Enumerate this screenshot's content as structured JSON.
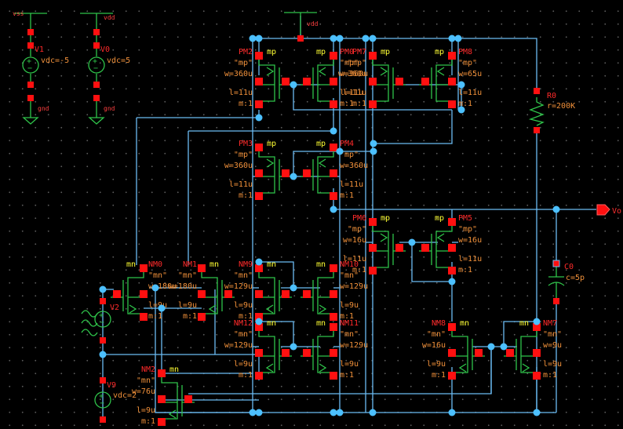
{
  "app": "Schematic Editor",
  "nets": {
    "vss": "vss",
    "vdd_left": "vdd",
    "vdd_top": "vdd",
    "gnd1": "gnd",
    "gnd2": "gnd",
    "output_pin": "Vo"
  },
  "sources": [
    {
      "name": "V1",
      "params": "vdc=-5"
    },
    {
      "name": "V0",
      "params": "vdc=5"
    },
    {
      "name": "V2",
      "params": ""
    },
    {
      "name": "V9",
      "params": "vdc=2"
    }
  ],
  "passives": [
    {
      "name": "R0",
      "value": "r=200K"
    },
    {
      "name": "C0",
      "value": "c=5p"
    }
  ],
  "transistors": [
    {
      "name": "PM2",
      "model": "mp",
      "mquote": "\"mp\"",
      "w": "w=360u",
      "l": "l=11u",
      "m": "m:1"
    },
    {
      "name": "PM0",
      "model": "mp",
      "mquote": "\"mp\"",
      "w": "w=360u",
      "l": "l=11u",
      "m": "m:1"
    },
    {
      "name": "PM7",
      "model": "mp",
      "mquote": "\"mp\"",
      "w": "w=360u",
      "l": "l=11u",
      "m": "m:1"
    },
    {
      "name": "PM8",
      "model": "mp",
      "mquote": "\"mp\"",
      "w": "w=65u",
      "l": "l=11u",
      "m": "m:1"
    },
    {
      "name": "PM3",
      "model": "mp",
      "mquote": "\"mp\"",
      "w": "w=360u",
      "l": "l=11u",
      "m": "m:1"
    },
    {
      "name": "PM4",
      "model": "mp",
      "mquote": "\"mp\"",
      "w": "w=360u",
      "l": "l=11u",
      "m": "m:1"
    },
    {
      "name": "PM6",
      "model": "mp",
      "mquote": "\"mp\"",
      "w": "w=16u",
      "l": "l=11u",
      "m": "m:1"
    },
    {
      "name": "PM5",
      "model": "mp",
      "mquote": "\"mp\"",
      "w": "w=16u",
      "l": "l=11u",
      "m": "m:1"
    },
    {
      "name": "NM0",
      "model": "mn",
      "mquote": "\"mn\"",
      "w": "w=180u",
      "l": "l=9u",
      "m": "m:1"
    },
    {
      "name": "NM1",
      "model": "mn",
      "mquote": "\"mn\"",
      "w": "w=180u",
      "l": "l=9u",
      "m": "m:1"
    },
    {
      "name": "NM9",
      "model": "mn",
      "mquote": "\"mn\"",
      "w": "w=129u",
      "l": "l=9u",
      "m": "m:1"
    },
    {
      "name": "NM10",
      "model": "mn",
      "mquote": "\"mn\"",
      "w": "w=129u",
      "l": "l=9u",
      "m": "m:1"
    },
    {
      "name": "NM12",
      "model": "mn",
      "mquote": "\"mn\"",
      "w": "w=129u",
      "l": "l=9u",
      "m": "m:1"
    },
    {
      "name": "NM11",
      "model": "mn",
      "mquote": "\"mn\"",
      "w": "w=129u",
      "l": "l=9u",
      "m": "m:1"
    },
    {
      "name": "NM8",
      "model": "mn",
      "mquote": "\"mn\"",
      "w": "w=16u",
      "l": "l=9u",
      "m": "m:1"
    },
    {
      "name": "NM7",
      "model": "mn",
      "mquote": "\"mn\"",
      "w": "w=9u",
      "l": "l=9u",
      "m": "m:1"
    },
    {
      "name": "NM2",
      "model": "mn",
      "mquote": "\"mn\"",
      "w": "w=76u",
      "l": "l=9u",
      "m": "m:1"
    }
  ]
}
